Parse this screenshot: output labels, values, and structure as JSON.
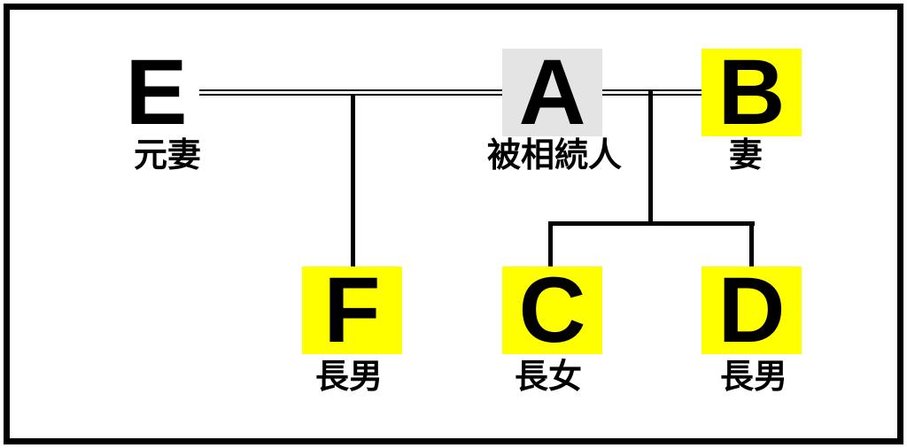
{
  "diagram": {
    "type": "family-tree",
    "description_labels_visible_only": true
  },
  "colors": {
    "background": "#FFFFFF",
    "border_and_lines": "#000000",
    "heir_highlight_yellow": "#FFFF00",
    "decedent_gray": "#E4E4E4"
  },
  "nodes": [
    {
      "id": "E",
      "letter": "E",
      "label": "元妻",
      "fill": "transparent"
    },
    {
      "id": "A",
      "letter": "A",
      "label": "被相続人",
      "fill": "#E4E4E4"
    },
    {
      "id": "B",
      "letter": "B",
      "label": "妻",
      "fill": "#FFFF00"
    },
    {
      "id": "F",
      "letter": "F",
      "label": "長男",
      "fill": "#FFFF00"
    },
    {
      "id": "C",
      "letter": "C",
      "label": "長女",
      "fill": "#FFFF00"
    },
    {
      "id": "D",
      "letter": "D",
      "label": "長男",
      "fill": "#FFFF00"
    }
  ],
  "connections": [
    {
      "type": "marriage-double-line",
      "between": [
        "E",
        "A"
      ]
    },
    {
      "type": "marriage-double-line",
      "between": [
        "A",
        "B"
      ]
    },
    {
      "type": "child-line",
      "parents": [
        "E",
        "A"
      ],
      "child": "F"
    },
    {
      "type": "child-line",
      "parents": [
        "A",
        "B"
      ],
      "child": "C"
    },
    {
      "type": "child-line",
      "parents": [
        "A",
        "B"
      ],
      "child": "D"
    }
  ]
}
